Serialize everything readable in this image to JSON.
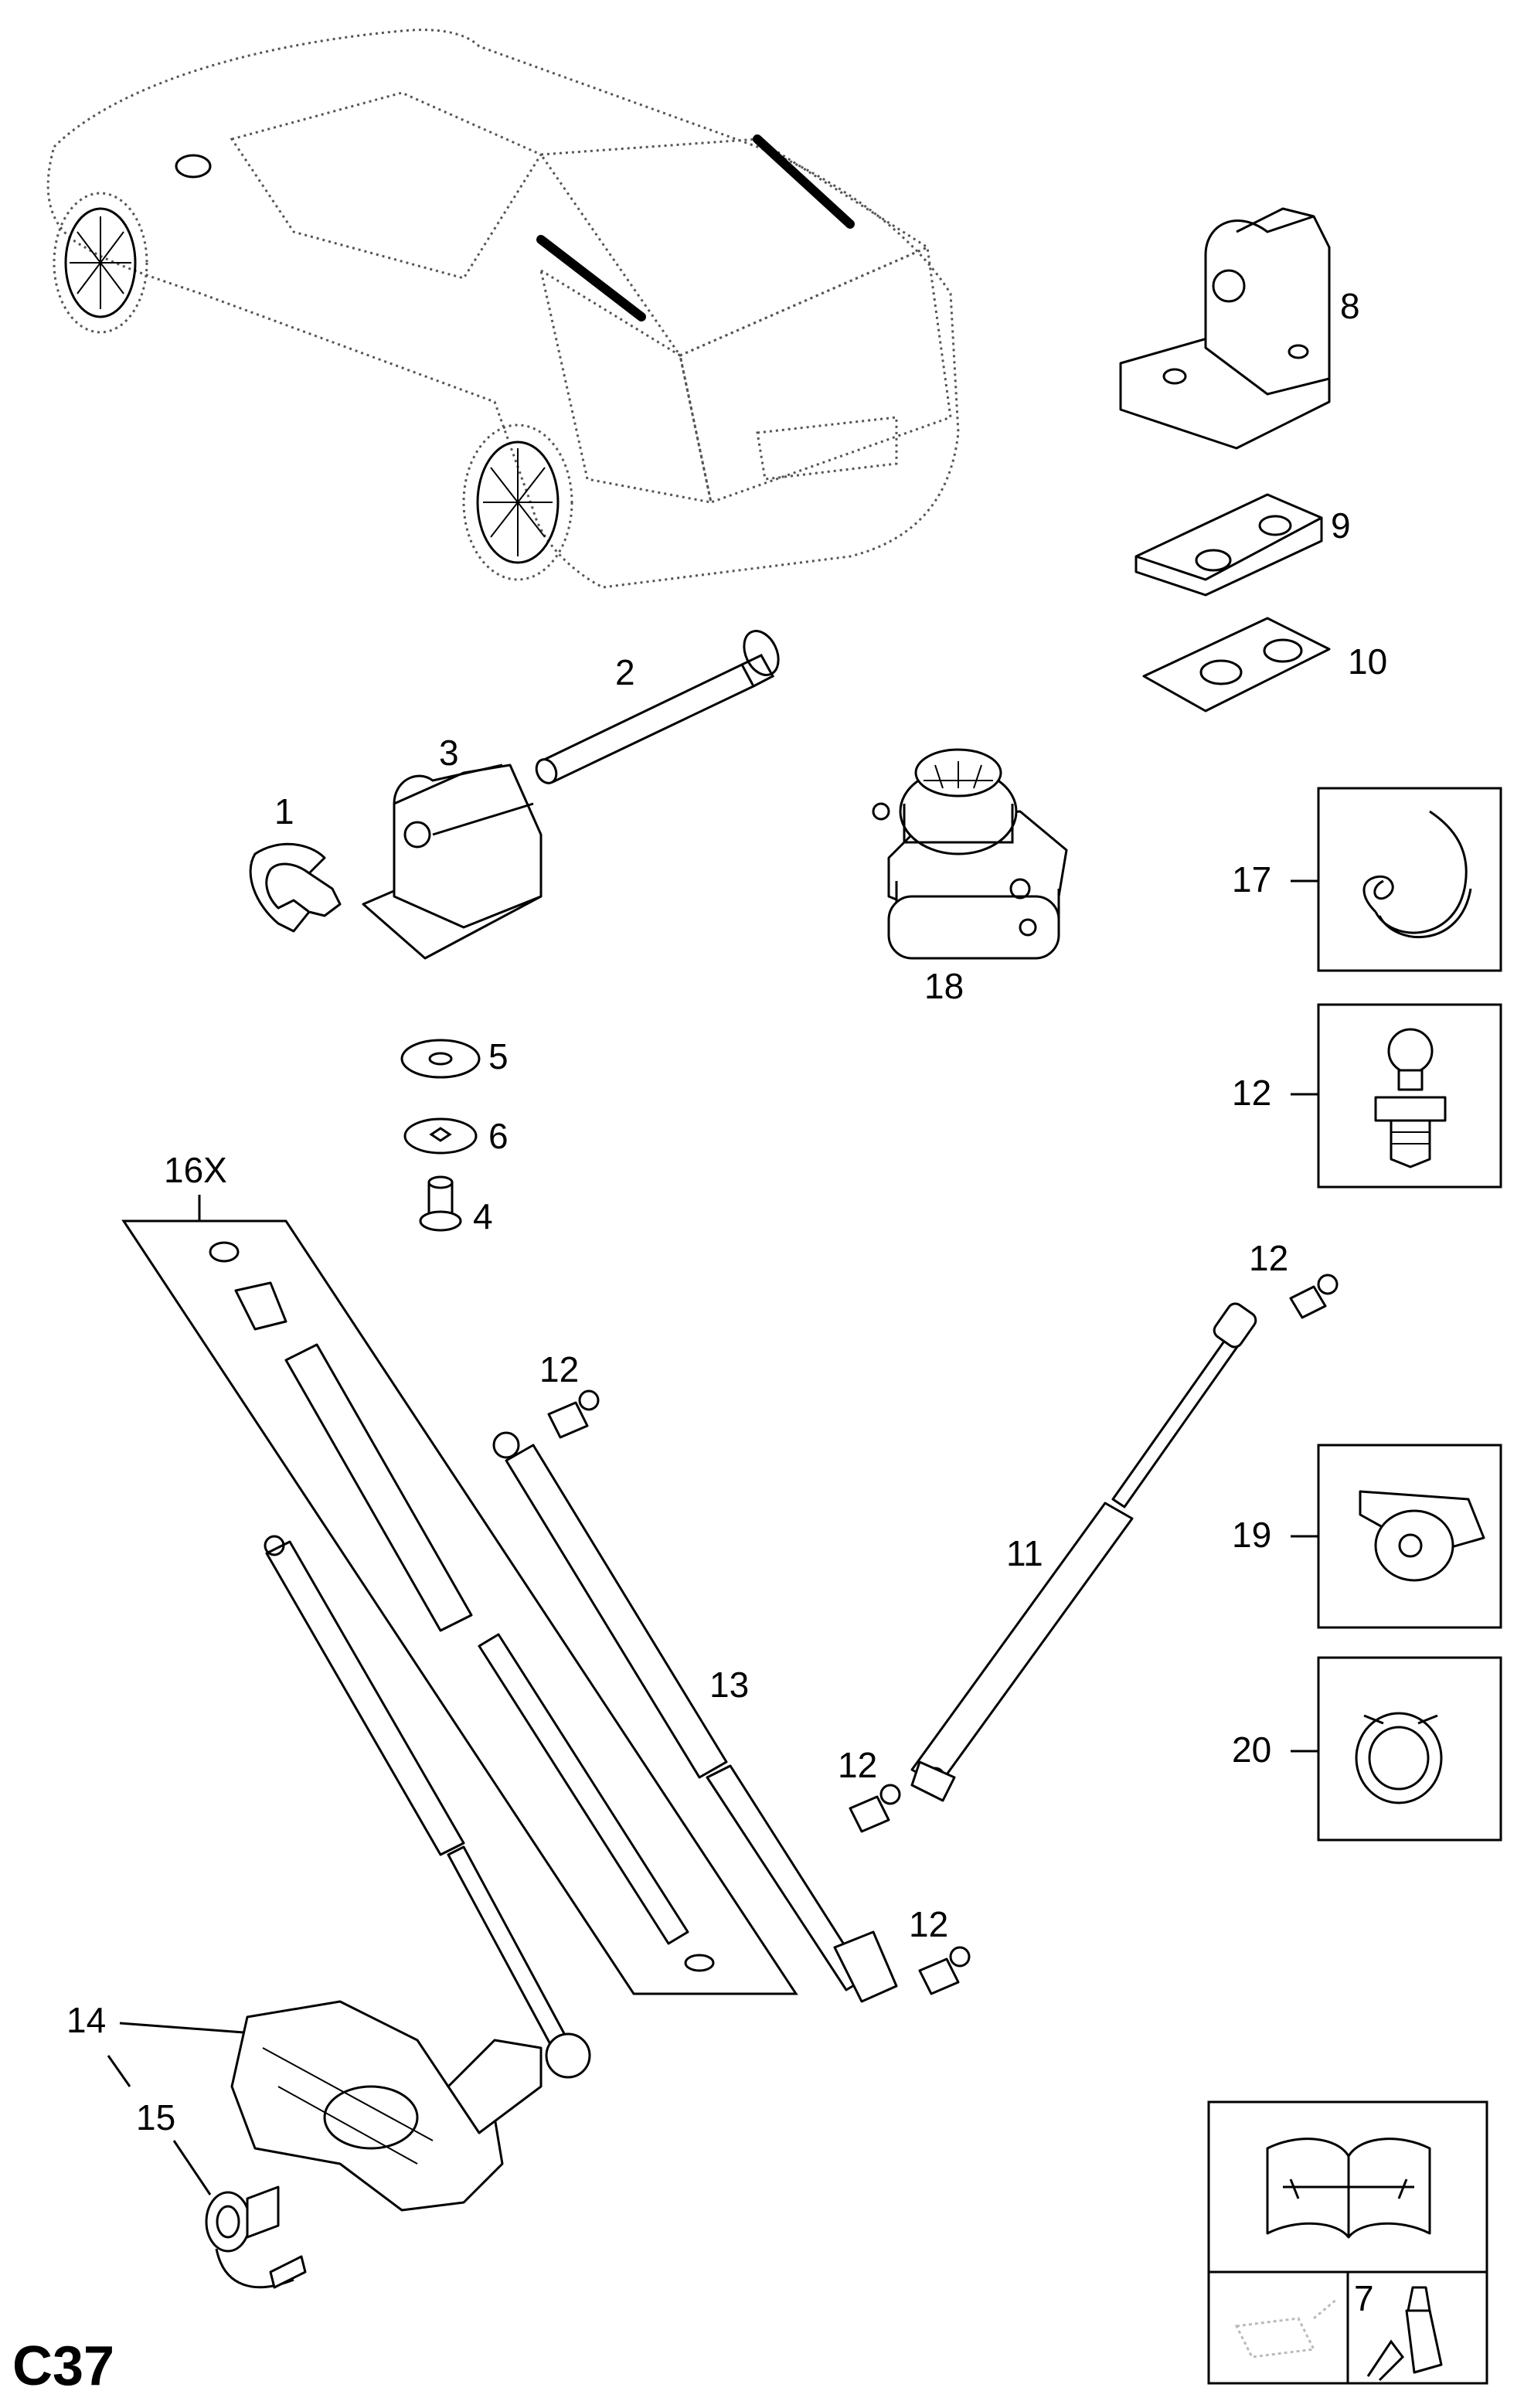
{
  "page_code": "C37",
  "callouts": {
    "c1": "1",
    "c2": "2",
    "c3": "3",
    "c4": "4",
    "c5": "5",
    "c6": "6",
    "c7": "7",
    "c8": "8",
    "c9": "9",
    "c10": "10",
    "c11": "11",
    "c12a": "12",
    "c12b": "12",
    "c12c": "12",
    "c12d": "12",
    "c12e": "12",
    "c13": "13",
    "c14": "14",
    "c15": "15",
    "c16x": "16X",
    "c17": "17",
    "c18": "18",
    "c19": "19",
    "c20": "20"
  }
}
